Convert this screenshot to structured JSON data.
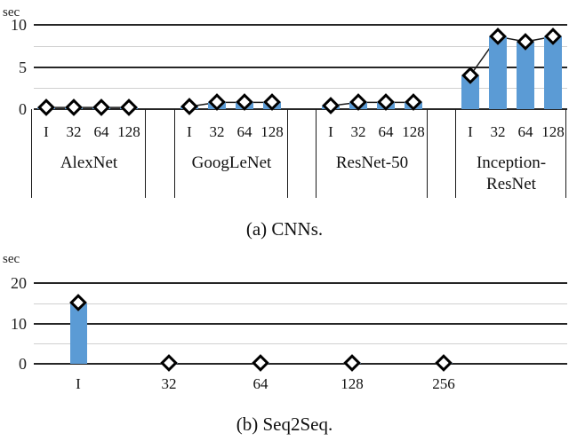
{
  "colors": {
    "bar": "#5b9bd5",
    "major_gridline": "#262626",
    "minor_gridline": "#d0d0d0",
    "marker_outline": "#000000",
    "marker_fill": "#ffffff"
  },
  "chart_data": [
    {
      "type": "bar",
      "title": "(a) CNNs.",
      "ylabel": "sec",
      "yticks": [
        0,
        5,
        10
      ],
      "minor_gridlines": [
        2.5,
        7.5
      ],
      "ylim": [
        0,
        11
      ],
      "marker": "diamond",
      "legend": "none",
      "groups": [
        {
          "label": "AlexNet",
          "label_lines": [
            "AlexNet"
          ],
          "categories": [
            "I",
            "32",
            "64",
            "128"
          ],
          "values": [
            0.2,
            0.2,
            0.2,
            0.2
          ]
        },
        {
          "label": "GoogLeNet",
          "label_lines": [
            "GoogLeNet"
          ],
          "categories": [
            "I",
            "32",
            "64",
            "128"
          ],
          "values": [
            0.3,
            0.8,
            0.8,
            0.8
          ]
        },
        {
          "label": "ResNet-50",
          "label_lines": [
            "ResNet-50"
          ],
          "categories": [
            "I",
            "32",
            "64",
            "128"
          ],
          "values": [
            0.4,
            0.8,
            0.8,
            0.8
          ]
        },
        {
          "label": "Inception-ResNet",
          "label_lines": [
            "Inception-",
            "ResNet"
          ],
          "categories": [
            "I",
            "32",
            "64",
            "128"
          ],
          "values": [
            4.0,
            8.6,
            8.0,
            8.6
          ]
        }
      ]
    },
    {
      "type": "bar",
      "title": "(b) Seq2Seq.",
      "ylabel": "sec",
      "yticks": [
        0,
        10,
        20
      ],
      "minor_gridlines": [
        5,
        15
      ],
      "ylim": [
        0,
        22
      ],
      "marker": "diamond",
      "legend": "none",
      "categories": [
        "I",
        "32",
        "64",
        "128",
        "256"
      ],
      "values": [
        15,
        0.2,
        0.2,
        0.2,
        0.2
      ]
    }
  ]
}
